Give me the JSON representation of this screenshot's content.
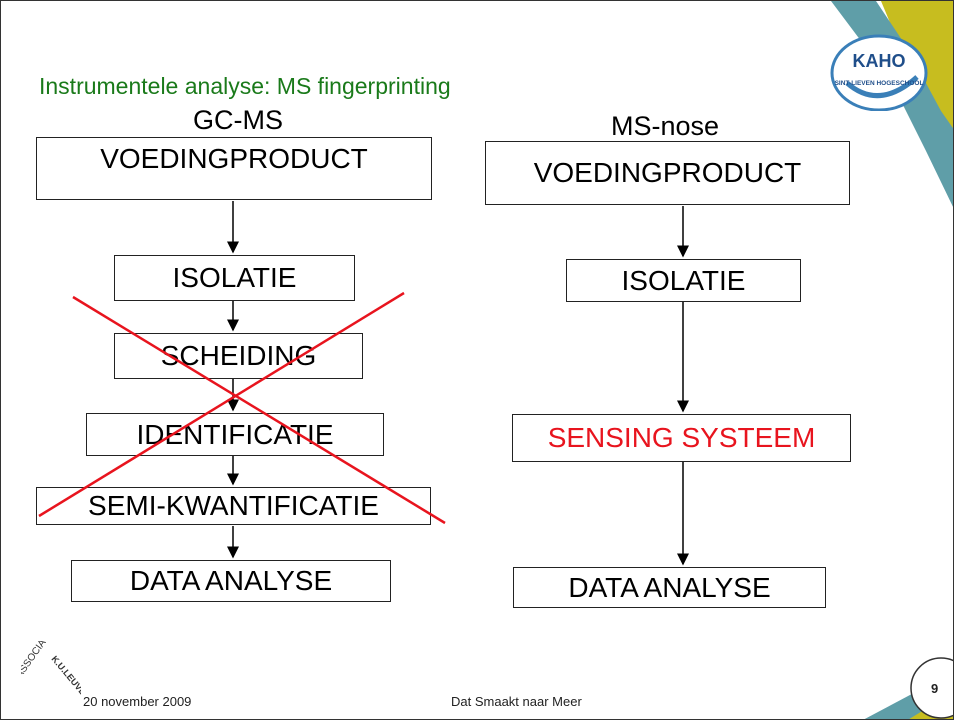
{
  "slide": {
    "title": "Instrumentele analyse: MS fingerprinting",
    "logo": {
      "top_text": "KAHO",
      "ring_text": "SINT-LIEVEN HOGESCHOOL",
      "accent": "#3a7fb8"
    },
    "left": {
      "heading": "GC-MS",
      "steps": [
        "VOEDINGPRODUCT",
        "ISOLATIE",
        "SCHEIDING",
        "IDENTIFICATIE",
        "SEMI-KWANTIFICATIE",
        "DATA ANALYSE"
      ]
    },
    "right": {
      "heading": "MS-nose",
      "steps": [
        "VOEDINGPRODUCT",
        "ISOLATIE",
        "SENSING SYSTEEM",
        "DATA ANALYSE"
      ],
      "highlight_color": "#e8141e"
    },
    "footer": {
      "date": "20 november 2009",
      "center": "Dat Smaakt naar Meer",
      "page_number": "9",
      "association_logo": "ASSOCIATIE K.U.LEUVEN"
    },
    "colors": {
      "cross": "#e8141e",
      "title": "#1a7a1a",
      "decor_yellow": "#c7bd1f",
      "decor_teal": "#5f9ea8"
    }
  }
}
